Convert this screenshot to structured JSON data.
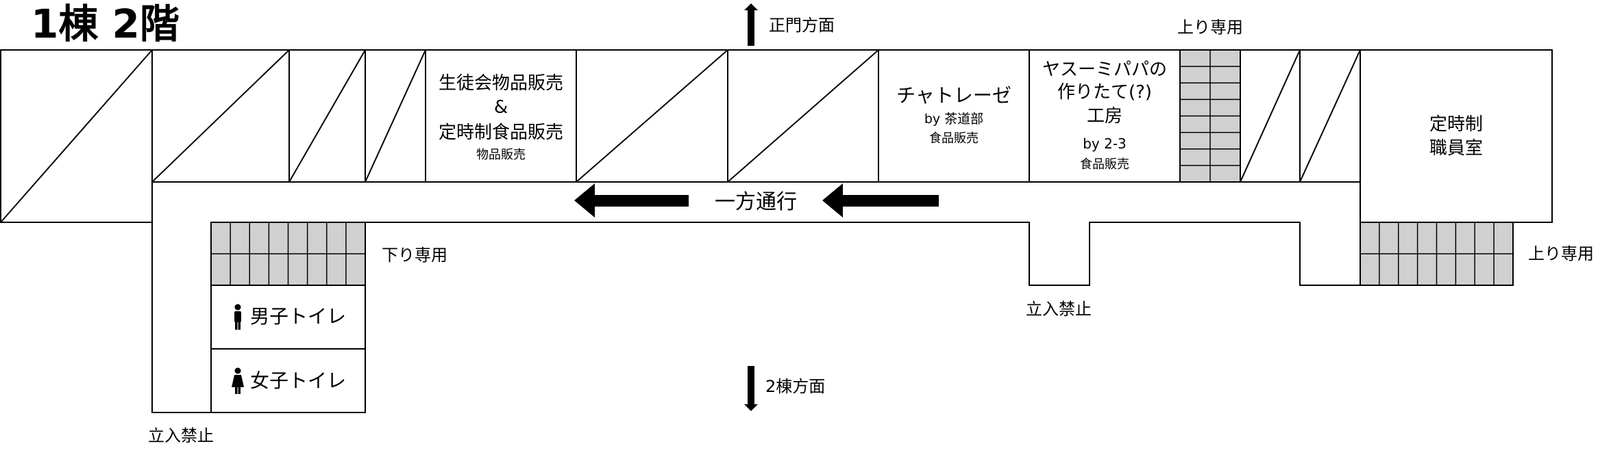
{
  "map": {
    "title": "1棟 2階",
    "directions": {
      "main_gate": "正門方面",
      "building2": "2棟方面"
    },
    "one_way": "一方通行",
    "no_entry": "立入禁止",
    "stairs": {
      "up_only": "上り専用",
      "down_only": "下り専用"
    },
    "rooms": {
      "student_council": {
        "line1": "生徒会物品販売",
        "line2": "&",
        "line3": "定時制食品販売",
        "sub": "物品販売"
      },
      "chatorese": {
        "name": "チャトレーゼ",
        "by": "by 茶道部",
        "sub": "食品販売"
      },
      "yasumi": {
        "line1": "ヤスーミパパの",
        "line2": "作りたて(?)",
        "line3": "工房",
        "by": "by 2-3",
        "sub": "食品販売"
      },
      "staff_room": {
        "line1": "定時制",
        "line2": "職員室"
      }
    },
    "toilets": {
      "male": "男子トイレ",
      "female": "女子トイレ"
    }
  }
}
